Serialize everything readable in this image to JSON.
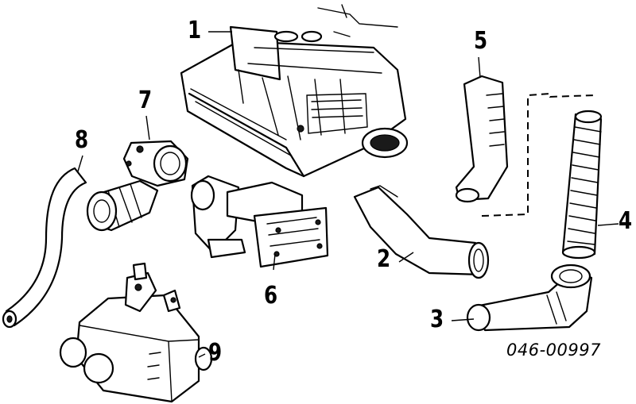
{
  "callouts": [
    {
      "id": "1",
      "label": "1"
    },
    {
      "id": "2",
      "label": "2"
    },
    {
      "id": "3",
      "label": "3"
    },
    {
      "id": "4",
      "label": "4"
    },
    {
      "id": "5",
      "label": "5"
    },
    {
      "id": "6",
      "label": "6"
    },
    {
      "id": "7",
      "label": "7"
    },
    {
      "id": "8",
      "label": "8"
    },
    {
      "id": "9",
      "label": "9"
    }
  ],
  "catalog_number": "046-00997"
}
